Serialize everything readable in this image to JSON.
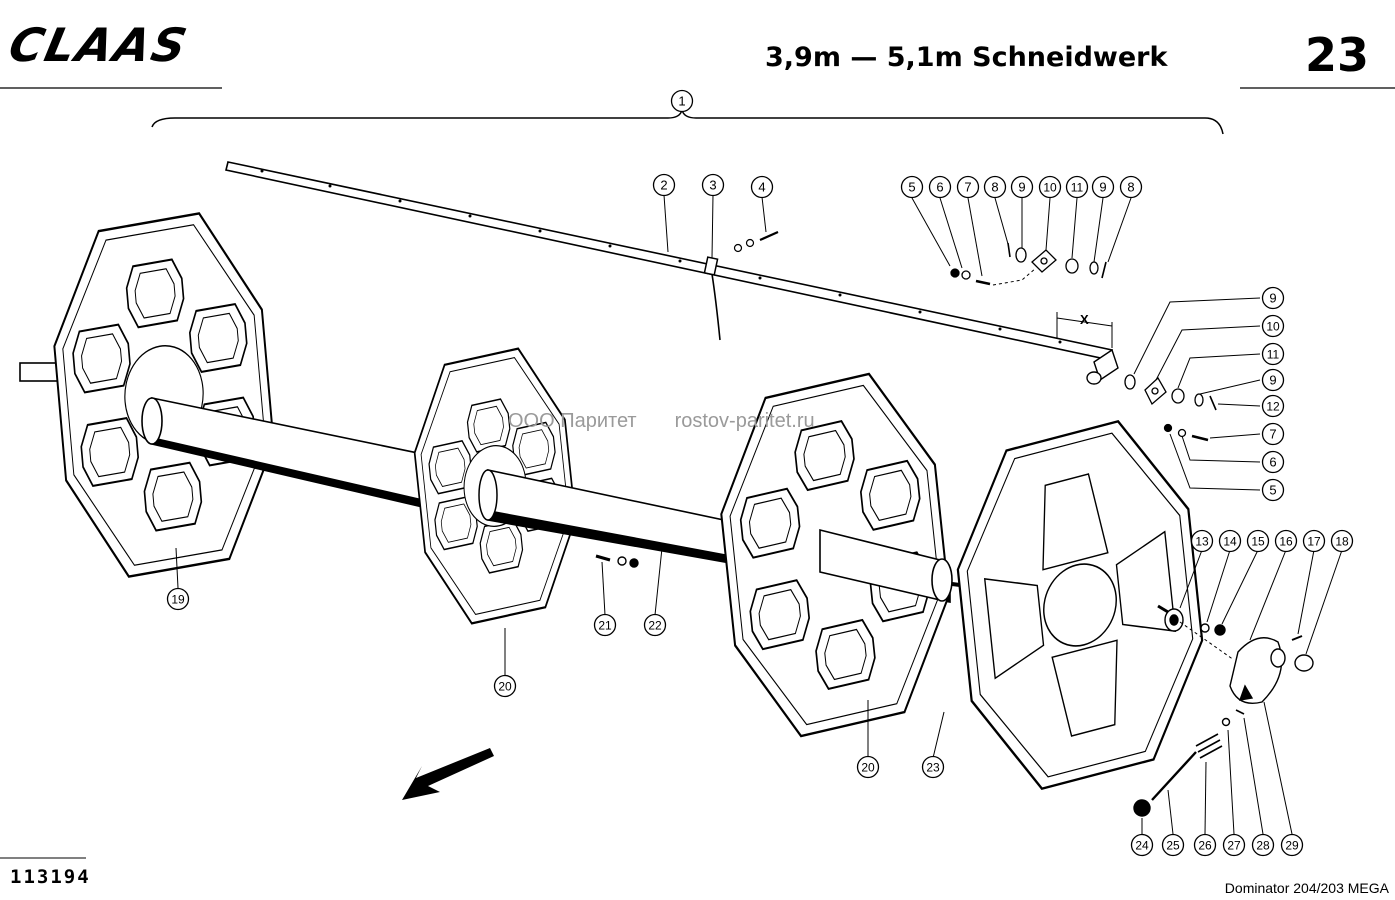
{
  "header": {
    "brand": "CLAAS",
    "title": "3,9m — 5,1m Schneidwerk",
    "page_number": "23"
  },
  "footer": {
    "drawing_number": "113194",
    "model": "Dominator 204/203 MEGA"
  },
  "watermark": {
    "company": "ООО Паритет",
    "site": "rostov-paritet.ru"
  },
  "dimension_label": "X",
  "part_callouts": [
    "1",
    "2",
    "3",
    "4",
    "5",
    "6",
    "7",
    "8",
    "9",
    "10",
    "11",
    "9",
    "8",
    "9",
    "10",
    "11",
    "9",
    "12",
    "7",
    "6",
    "5",
    "13",
    "14",
    "15",
    "16",
    "17",
    "18",
    "19",
    "20",
    "21",
    "22",
    "20",
    "23",
    "24",
    "25",
    "26",
    "27",
    "28",
    "29"
  ]
}
